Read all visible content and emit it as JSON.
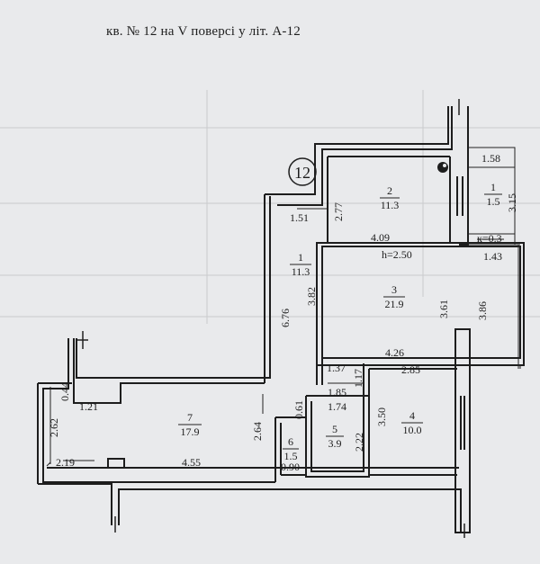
{
  "title": "кв. № 12 на V  поверсі у літ. А-12",
  "apartment_number": "12",
  "labels": {
    "room1_num": "1",
    "room1_area": "11.3",
    "room2_num": "2",
    "room2_area": "11.3",
    "room3_num": "3",
    "room3_area": "21.9",
    "room4_num": "4",
    "room4_area": "10.0",
    "room5_num": "5",
    "room5_area": "3.9",
    "room6_num": "6",
    "room6_area": "1.5",
    "room7_num": "7",
    "room7_area": "17.9",
    "balcony_num": "1",
    "balcony_area": "1.5",
    "height": "h=2.50",
    "coef": "к=0.3"
  },
  "dims": {
    "d_1_58": "1.58",
    "d_3_15": "3.15",
    "d_2_77": "2.77",
    "d_1_51": "1.51",
    "d_4_09": "4.09",
    "d_1_43": "1.43",
    "d_6_76": "6.76",
    "d_3_82": "3.82",
    "d_3_61": "3.61",
    "d_3_86": "3.86",
    "d_4_26": "4.26",
    "d_1_37": "1.37",
    "d_1_17": "1.17",
    "d_2_85": "2.85",
    "d_1_85": "1.85",
    "d_1_74": "1.74",
    "d_0_61": "0.61",
    "d_3_50": "3.50",
    "d_2_22": "2.22",
    "d_2_64": "2.64",
    "d_0_90": "0.90",
    "d_0_44": "0.44",
    "d_2_62": "2.62",
    "d_1_21": "1.21",
    "d_2_19": "2.19",
    "d_4_55": "4.55"
  }
}
